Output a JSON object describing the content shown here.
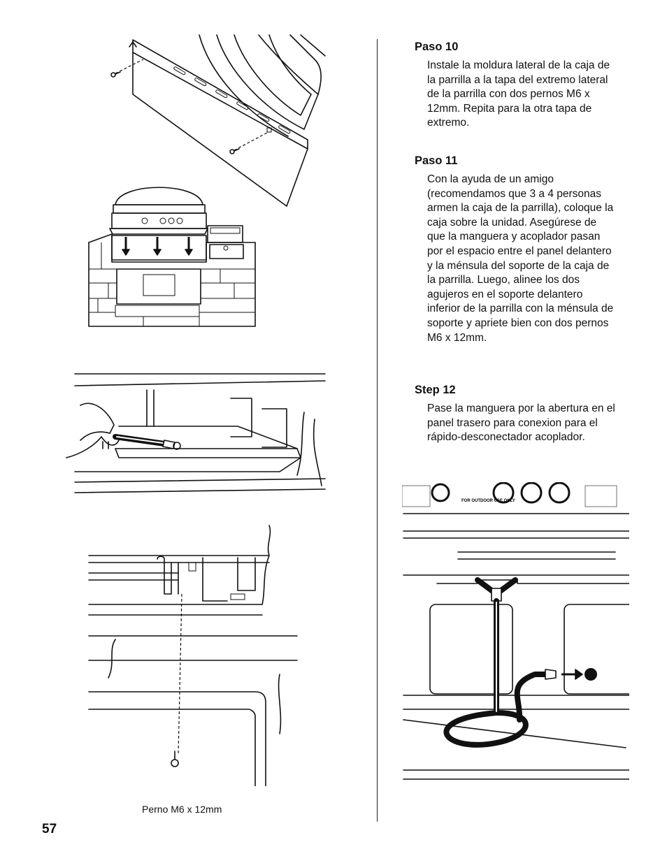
{
  "page_number": "57",
  "steps": [
    {
      "title": "Paso 10",
      "body": "Instale la moldura lateral de la caja de la parrilla a la tapa del extremo lateral de la parrilla con dos pernos M6 x 12mm. Repita para la otra tapa de extremo."
    },
    {
      "title": "Paso 11",
      "body": "Con la ayuda de un amigo (recomendamos que 3 a 4 personas armen la caja de la parrilla), coloque la caja sobre la unidad. Asegúrese de que la manguera y acoplador pasan por el espacio entre el panel delantero y la ménsula del soporte de la caja de la parrilla. Luego, alinee los dos agujeros en el soporte delantero inferior de la parrilla con la ménsula de soporte y apriete bien con dos pernos M6 x 12mm."
    },
    {
      "title": "Step 12",
      "body": "Pase la manguera por la abertura en el panel trasero para conexion para el rápido-desconectador acoplador."
    }
  ],
  "figures": {
    "bolt_caption": "Perno M6 x 12mm",
    "grill_label": "FOR OUTDOOR USE ONLY"
  }
}
